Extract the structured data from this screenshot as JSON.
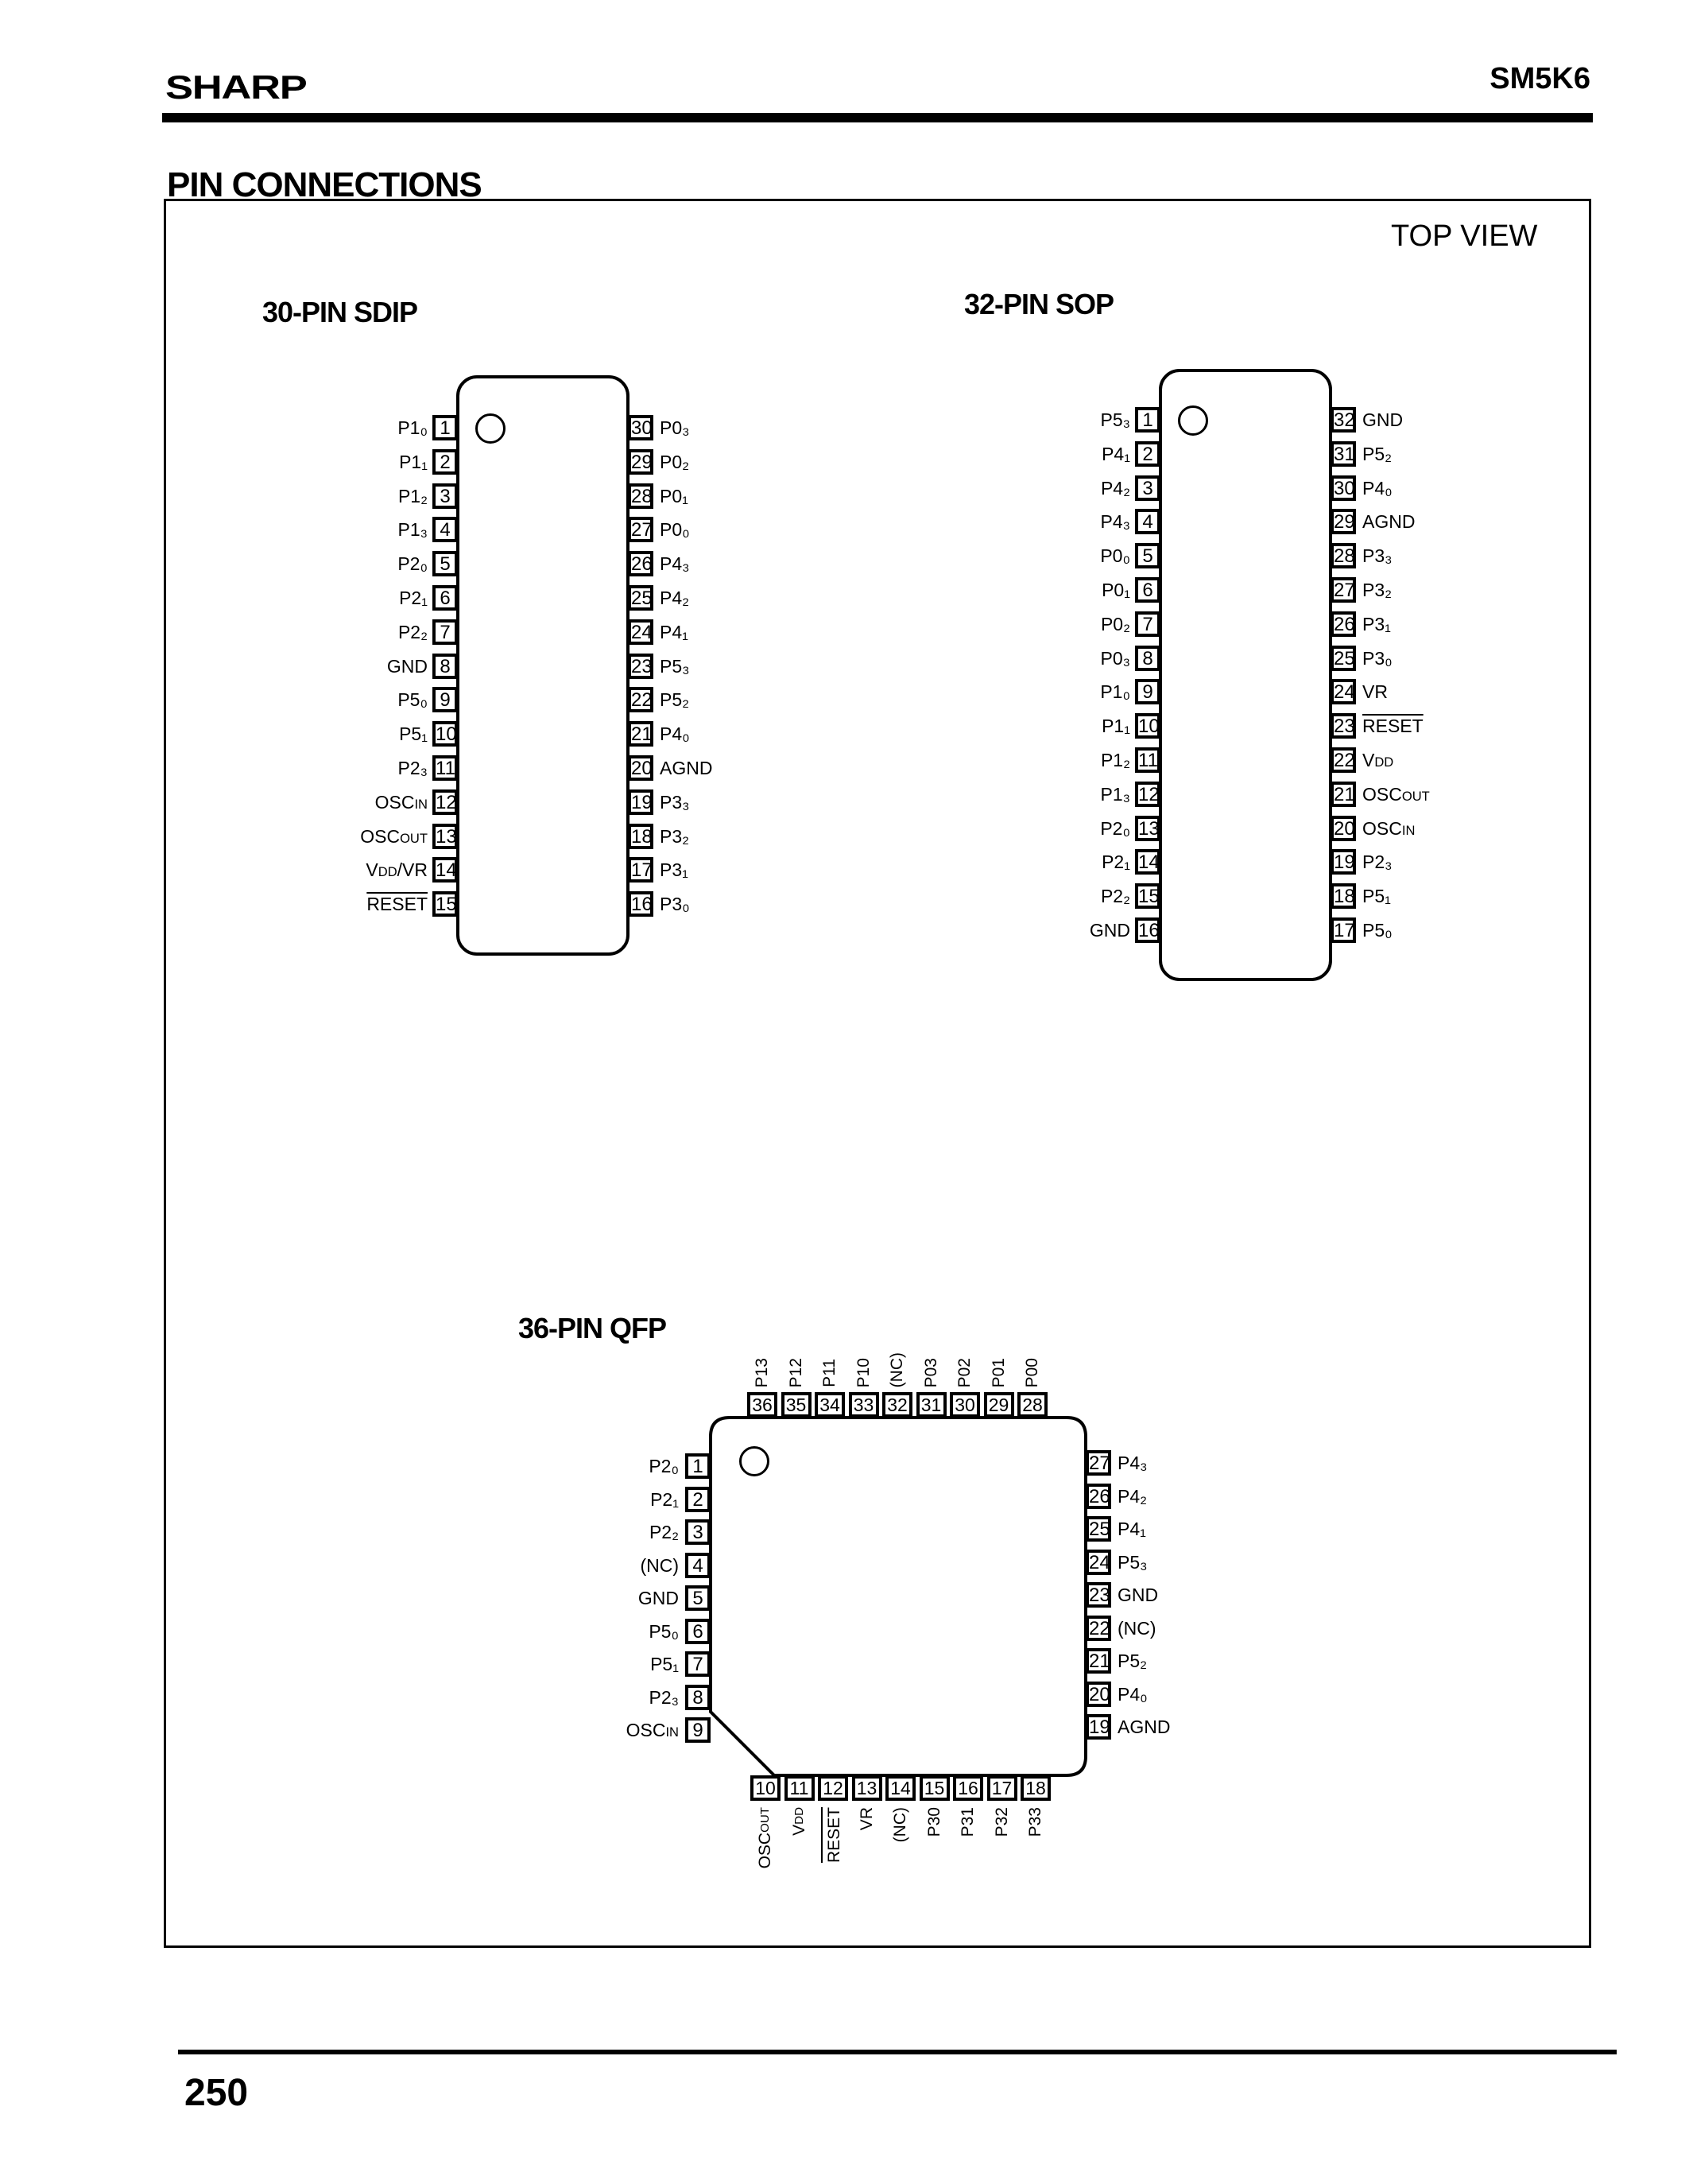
{
  "header": {
    "brand": "SHARP",
    "model": "SM5K6"
  },
  "section": {
    "title": "PIN CONNECTIONS",
    "view_note": "TOP VIEW"
  },
  "packages": {
    "sdip30": {
      "title": "30-PIN SDIP",
      "left_pins": [
        {
          "num": "1",
          "label": "P1₀"
        },
        {
          "num": "2",
          "label": "P1₁"
        },
        {
          "num": "3",
          "label": "P1₂"
        },
        {
          "num": "4",
          "label": "P1₃"
        },
        {
          "num": "5",
          "label": "P2₀"
        },
        {
          "num": "6",
          "label": "P2₁"
        },
        {
          "num": "7",
          "label": "P2₂"
        },
        {
          "num": "8",
          "label": "GND"
        },
        {
          "num": "9",
          "label": "P5₀"
        },
        {
          "num": "10",
          "label": "P5₁"
        },
        {
          "num": "11",
          "label": "P2₃"
        },
        {
          "num": "12",
          "label": "OSCIN"
        },
        {
          "num": "13",
          "label": "OSCOUT"
        },
        {
          "num": "14",
          "label": "VDD/VR"
        },
        {
          "num": "15",
          "label": "RESET",
          "overline": true
        }
      ],
      "right_pins": [
        {
          "num": "30",
          "label": "P0₃"
        },
        {
          "num": "29",
          "label": "P0₂"
        },
        {
          "num": "28",
          "label": "P0₁"
        },
        {
          "num": "27",
          "label": "P0₀"
        },
        {
          "num": "26",
          "label": "P4₃"
        },
        {
          "num": "25",
          "label": "P4₂"
        },
        {
          "num": "24",
          "label": "P4₁"
        },
        {
          "num": "23",
          "label": "P5₃"
        },
        {
          "num": "22",
          "label": "P5₂"
        },
        {
          "num": "21",
          "label": "P4₀"
        },
        {
          "num": "20",
          "label": "AGND"
        },
        {
          "num": "19",
          "label": "P3₃"
        },
        {
          "num": "18",
          "label": "P3₂"
        },
        {
          "num": "17",
          "label": "P3₁"
        },
        {
          "num": "16",
          "label": "P3₀"
        }
      ]
    },
    "sop32": {
      "title": "32-PIN SOP",
      "left_pins": [
        {
          "num": "1",
          "label": "P5₃"
        },
        {
          "num": "2",
          "label": "P4₁"
        },
        {
          "num": "3",
          "label": "P4₂"
        },
        {
          "num": "4",
          "label": "P4₃"
        },
        {
          "num": "5",
          "label": "P0₀"
        },
        {
          "num": "6",
          "label": "P0₁"
        },
        {
          "num": "7",
          "label": "P0₂"
        },
        {
          "num": "8",
          "label": "P0₃"
        },
        {
          "num": "9",
          "label": "P1₀"
        },
        {
          "num": "10",
          "label": "P1₁"
        },
        {
          "num": "11",
          "label": "P1₂"
        },
        {
          "num": "12",
          "label": "P1₃"
        },
        {
          "num": "13",
          "label": "P2₀"
        },
        {
          "num": "14",
          "label": "P2₁"
        },
        {
          "num": "15",
          "label": "P2₂"
        },
        {
          "num": "16",
          "label": "GND"
        }
      ],
      "right_pins": [
        {
          "num": "32",
          "label": "GND"
        },
        {
          "num": "31",
          "label": "P5₂"
        },
        {
          "num": "30",
          "label": "P4₀"
        },
        {
          "num": "29",
          "label": "AGND"
        },
        {
          "num": "28",
          "label": "P3₃"
        },
        {
          "num": "27",
          "label": "P3₂"
        },
        {
          "num": "26",
          "label": "P3₁"
        },
        {
          "num": "25",
          "label": "P3₀"
        },
        {
          "num": "24",
          "label": "VR"
        },
        {
          "num": "23",
          "label": "RESET",
          "overline": true
        },
        {
          "num": "22",
          "label": "VDD"
        },
        {
          "num": "21",
          "label": "OSCOUT"
        },
        {
          "num": "20",
          "label": "OSCIN"
        },
        {
          "num": "19",
          "label": "P2₃"
        },
        {
          "num": "18",
          "label": "P5₁"
        },
        {
          "num": "17",
          "label": "P5₀"
        }
      ]
    },
    "qfp36": {
      "title": "36-PIN QFP",
      "top_pins": [
        {
          "num": "36",
          "label": "P13"
        },
        {
          "num": "35",
          "label": "P12"
        },
        {
          "num": "34",
          "label": "P11"
        },
        {
          "num": "33",
          "label": "P10"
        },
        {
          "num": "32",
          "label": "(NC)"
        },
        {
          "num": "31",
          "label": "P03"
        },
        {
          "num": "30",
          "label": "P02"
        },
        {
          "num": "29",
          "label": "P01"
        },
        {
          "num": "28",
          "label": "P00"
        }
      ],
      "left_pins": [
        {
          "num": "1",
          "label": "P2₀"
        },
        {
          "num": "2",
          "label": "P2₁"
        },
        {
          "num": "3",
          "label": "P2₂"
        },
        {
          "num": "4",
          "label": "(NC)"
        },
        {
          "num": "5",
          "label": "GND"
        },
        {
          "num": "6",
          "label": "P5₀"
        },
        {
          "num": "7",
          "label": "P5₁"
        },
        {
          "num": "8",
          "label": "P2₃"
        },
        {
          "num": "9",
          "label": "OSCIN"
        }
      ],
      "right_pins": [
        {
          "num": "27",
          "label": "P4₃"
        },
        {
          "num": "26",
          "label": "P4₂"
        },
        {
          "num": "25",
          "label": "P4₁"
        },
        {
          "num": "24",
          "label": "P5₃"
        },
        {
          "num": "23",
          "label": "GND"
        },
        {
          "num": "22",
          "label": "(NC)"
        },
        {
          "num": "21",
          "label": "P5₂"
        },
        {
          "num": "20",
          "label": "P4₀"
        },
        {
          "num": "19",
          "label": "AGND"
        }
      ],
      "bottom_pins": [
        {
          "num": "10",
          "label": "OSCOUT"
        },
        {
          "num": "11",
          "label": "VDD"
        },
        {
          "num": "12",
          "label": "RESET",
          "overline": true
        },
        {
          "num": "13",
          "label": "VR"
        },
        {
          "num": "14",
          "label": "(NC)"
        },
        {
          "num": "15",
          "label": "P30"
        },
        {
          "num": "16",
          "label": "P31"
        },
        {
          "num": "17",
          "label": "P32"
        },
        {
          "num": "18",
          "label": "P33"
        }
      ]
    }
  },
  "footer": {
    "page_number": "250"
  }
}
